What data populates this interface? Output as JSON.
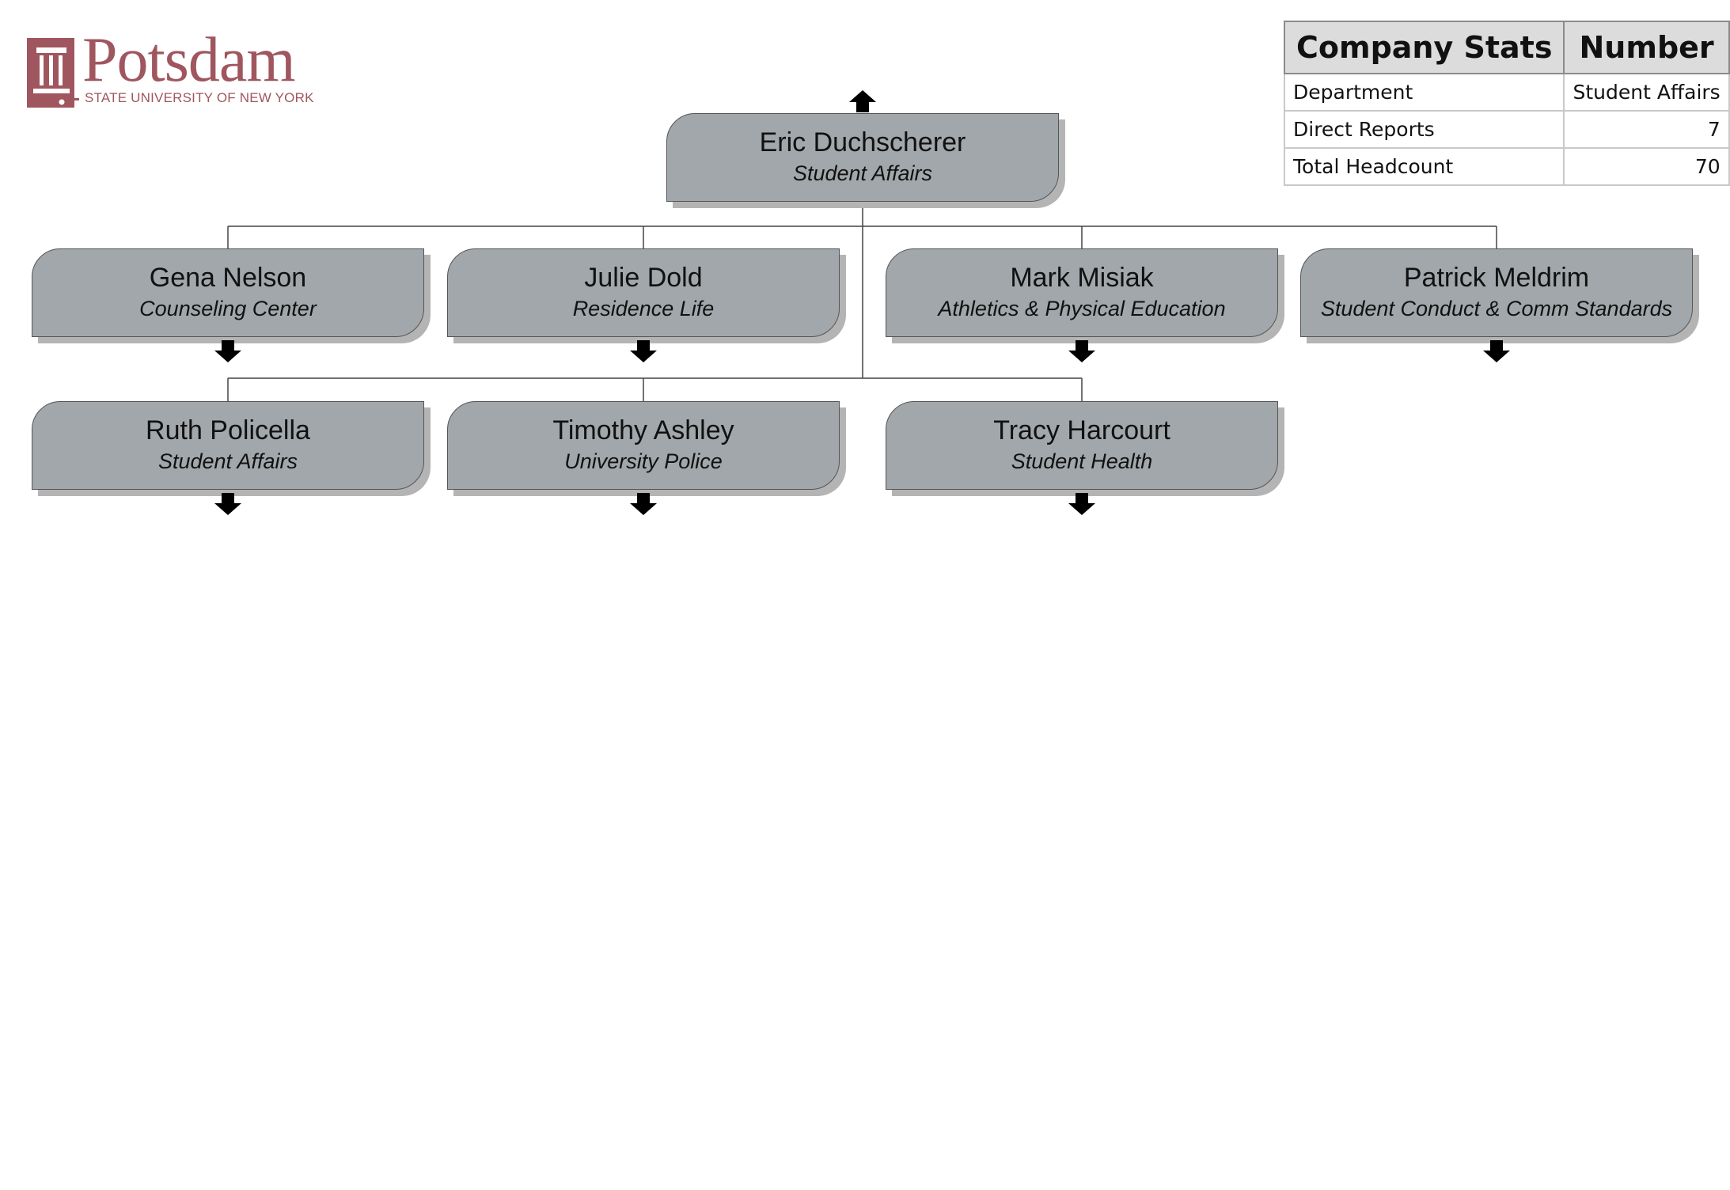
{
  "logo": {
    "wordmark": "Potsdam",
    "tagline": "STATE UNIVERSITY OF NEW YORK",
    "color": "#a0565f"
  },
  "stats": {
    "header_label": "Company Stats",
    "header_value": "Number",
    "rows": [
      {
        "label": "Department",
        "value": "Student Affairs"
      },
      {
        "label": "Direct Reports",
        "value": "7"
      },
      {
        "label": "Total Headcount",
        "value": "70"
      }
    ]
  },
  "root": {
    "name": "Eric Duchscherer",
    "dept": "Student Affairs"
  },
  "reports": [
    {
      "name": "Gena Nelson",
      "dept": "Counseling Center"
    },
    {
      "name": "Julie Dold",
      "dept": "Residence Life"
    },
    {
      "name": "Mark Misiak",
      "dept": "Athletics & Physical Education"
    },
    {
      "name": "Patrick Meldrim",
      "dept": "Student Conduct & Comm Standards"
    },
    {
      "name": "Ruth Policella",
      "dept": "Student Affairs"
    },
    {
      "name": "Timothy Ashley",
      "dept": "University Police"
    },
    {
      "name": "Tracy Harcourt",
      "dept": "Student Health"
    }
  ],
  "colors": {
    "node_fill": "#a1a7aa",
    "shadow": "#b4b4b4",
    "header_fill": "#dcdcdc"
  }
}
